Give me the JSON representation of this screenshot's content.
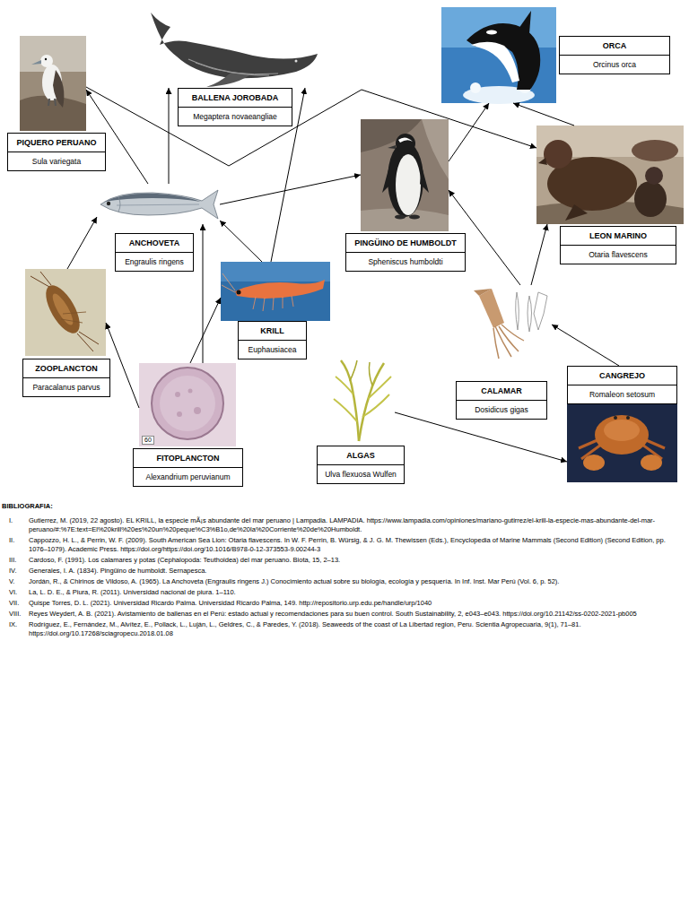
{
  "diagram": {
    "nodes": [
      {
        "text": [
          "BALLENA JOROBADA",
          "Megaptera  novaeangliae"
        ]
      },
      {
        "text": [
          "ORCA",
          "Orcinus orca"
        ]
      },
      {
        "text": [
          "PIQUERO PERUANO",
          "Sula variegata"
        ]
      },
      {
        "text": [
          "LEON MARINO",
          "Otaria flavescens"
        ]
      },
      {
        "text": [
          "PINGÜINO DE HUMBOLDT",
          "Spheniscus humboldti"
        ]
      },
      {
        "text": [
          "ANCHOVETA",
          "Engraulis ringens"
        ]
      },
      {
        "text": [
          "KRILL",
          "Euphausiacea"
        ]
      },
      {
        "text": [
          "CALAMAR",
          "Dosidicus gigas"
        ]
      },
      {
        "text": [
          "ZOOPLANCTON",
          "Paracalanus parvus"
        ]
      },
      {
        "text": [
          "CANGREJO",
          "Romaleon setosum"
        ]
      },
      {
        "text": [
          "FITOPLANCTON",
          "Alexandrium peruvianum"
        ]
      },
      {
        "text": [
          "ALGAS",
          "Ulva flexuosa Wulfen"
        ]
      }
    ],
    "edges": [
      {
        "from": 10,
        "to": 8,
        "arrow": "to"
      },
      {
        "from": 10,
        "to": 5,
        "arrow": "to"
      },
      {
        "from": 10,
        "to": 6,
        "arrow": "to"
      },
      {
        "from": 8,
        "to": 5,
        "arrow": "to"
      },
      {
        "from": 6,
        "to": 5,
        "arrow": "to"
      },
      {
        "from": 6,
        "to": 0,
        "arrow": "to"
      },
      {
        "from": 5,
        "to": 0,
        "arrow": "to"
      },
      {
        "from": 5,
        "to": 2,
        "arrow": "to"
      },
      {
        "from": 5,
        "to": 4,
        "arrow": "to"
      },
      {
        "from": 2,
        "to": 3,
        "arrow": "to"
      },
      {
        "from": 4,
        "to": 1,
        "arrow": "to"
      },
      {
        "from": 3,
        "to": 1,
        "arrow": "to"
      },
      {
        "from": 7,
        "to": 4,
        "arrow": "to"
      },
      {
        "from": 7,
        "to": 3,
        "arrow": "to"
      },
      {
        "from": 9,
        "to": 7,
        "arrow": "to"
      },
      {
        "from": 11,
        "to": 9,
        "arrow": "to"
      }
    ],
    "labels": [
      "60",
      "BIBLIOGRAFIA:",
      "I.",
      "Gutierrez, M. (2019, 22 agosto). EL KRILL, la especie mÃ¡s abundante del mar peruano | Lampadia. LAMPADIA. https://www.lampadia.com/opiniones/mariano-gutirrez/el-krill-la-especie-mas-abundante-del-mar-peruano/#:%7E:text=El%20krill%20es%20un%20peque%C3%B1o,de%20la%20Corriente%20de%20Humboldt.",
      "II.",
      "Cappozzo, H. L., & Perrin, W. F. (2009). South American Sea Lion: Otaria flavescens. In W. F. Perrin, B. Würsig, & J. G. M. Thewissen (Eds.), Encyclopedia of Marine Mammals (Second Edition) (Second Edition, pp. 1076–1079). Academic Press. https://doi.org/https://doi.org/10.1016/B978-0-12-373553-9.00244-3",
      "III.",
      "Cardoso, F. (1991). Los calamares y potas (Cephalopoda: Teuthoidea) del mar peruano. Biota, 15, 2–13.",
      "IV.",
      "Generales, I. A. (1834). Pingüino de humboldt. Sernapesca.",
      "V.",
      "Jordán, R., & Chirinos de Vildoso, A. (1965). La Anchoveta (Engraulis ringens J.) Conocimiento actual sobre su biología, ecología y pesquería. In Inf. Inst. Mar Perú (Vol. 6, p. 52).",
      "VI.",
      "La, L. D. E., & Piura, R. (2011). Universidad nacional de piura. 1–110.",
      "VII.",
      "Quispe Torres, D. L. (2021). Universidad Ricardo Palma. Universidad Ricardo Palma, 149. http://repositorio.urp.edu.pe/handle/urp/1040",
      "VIII.",
      "Reyes Weydert, A. B. (2021). Avistamiento de ballenas en el Perú: estado actual y recomendaciones para su buen control. South Sustainability, 2, e043–e043. https://doi.org/10.21142/ss-0202-2021-pb005",
      "IX.",
      "Rodríguez, E., Fernández, M., Alvítez, E., Pollack, L., Luján, L., Geldres, C., & Paredes, Y. (2018). Seaweeds of the coast of La Libertad region, Peru. Scientia Agropecuaria, 9(1), 71–81. https://doi.org/10.17268/sciagropecu.2018.01.08"
    ]
  }
}
